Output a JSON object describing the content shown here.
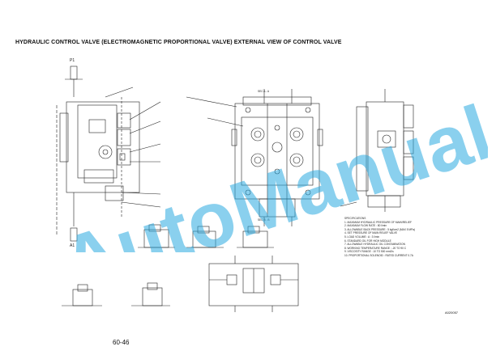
{
  "document": {
    "title": "HYDRAULIC CONTROL VALVE (ELECTROMAGNETIC PROPORTIONAL VALVE) EXTERNAL VIEW OF CONTROL VALVE",
    "page_number": "60-46",
    "figure_code": "A020057",
    "watermark": "AutoManual"
  },
  "labels": {
    "left_top": "P1",
    "left_bottom": "A1",
    "front_top": "SEC A - A",
    "front_bottom": "SEC B - B"
  },
  "spec_lines": [
    "SPECIFICATIONS",
    "1. MAXIMUM HYDRAULIC PRESSURE OF MAIN/RELIEF",
    "2. MAXIMUM FLOW RATE : 80 l/min",
    "3. ALLOWABLE BACK PRESSURE : 5 kgf/cm2 (MAX 5 MPa)",
    "4. SET PRESSURE OF MAIN RELIEF VALVE",
    "5. LOAD VOLUME  : A : 3 l/min",
    "6. STANDARD OIL FOR HIGH MODULE",
    "7. ALLOWABLE HYDRAULIC OIL CONTAMINATION",
    "8. WORKING TEMPERATURE RANGE : -20 TO 90 C",
    "9. VISCOSITY RANGE : 10 TO 500 mm2/s",
    "10. PROPORTIONAL SOLENOID : RATED CURRENT 0.7A"
  ]
}
